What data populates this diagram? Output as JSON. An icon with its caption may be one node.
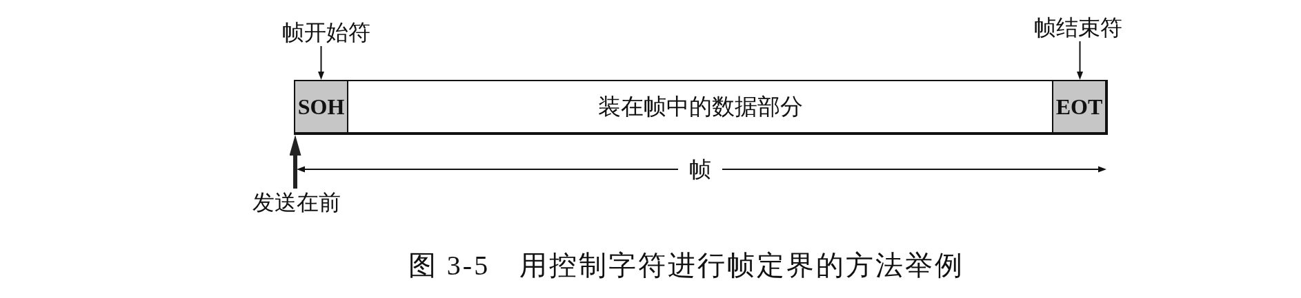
{
  "diagram": {
    "caption": "图 3-5　用控制字符进行帧定界的方法举例",
    "nodes": [
      {
        "text": [
          "帧开始符"
        ]
      },
      {
        "text": [
          "帧结束符"
        ]
      },
      {
        "text": [
          "SOH"
        ]
      },
      {
        "text": [
          "装在帧中的数据部分"
        ]
      },
      {
        "text": [
          "EOT"
        ]
      },
      {
        "text": [
          "发送在前"
        ]
      }
    ],
    "edges": [
      {
        "from": 0,
        "to": 2,
        "arrow": "to"
      },
      {
        "from": 1,
        "to": 4,
        "arrow": "to"
      },
      {
        "from": 5,
        "to": 2,
        "arrow": "to",
        "style": "thick"
      }
    ],
    "labels": [
      "帧"
    ]
  }
}
